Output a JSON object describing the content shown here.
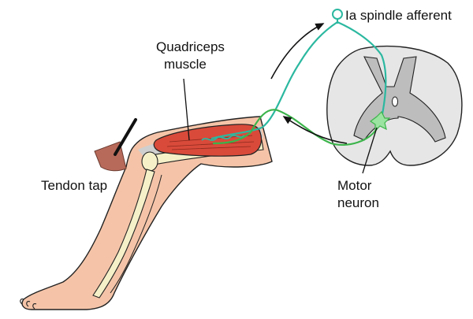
{
  "labels": {
    "quadriceps_line1": "Quadriceps",
    "quadriceps_line2": "muscle",
    "ia_afferent": "Ia spindle afferent",
    "tendon_tap": "Tendon tap",
    "motor_line1": "Motor",
    "motor_line2": "neuron"
  },
  "colors": {
    "afferent": "#2bb8a0",
    "efferent": "#3cb44b",
    "muscle": "#d94a3a",
    "skin": "#f5c4a8",
    "bone": "#f5f0c8",
    "grey_matter": "#c8c8c8",
    "white_matter": "#e6e6e6",
    "hammer_head": "#b86a5a"
  }
}
